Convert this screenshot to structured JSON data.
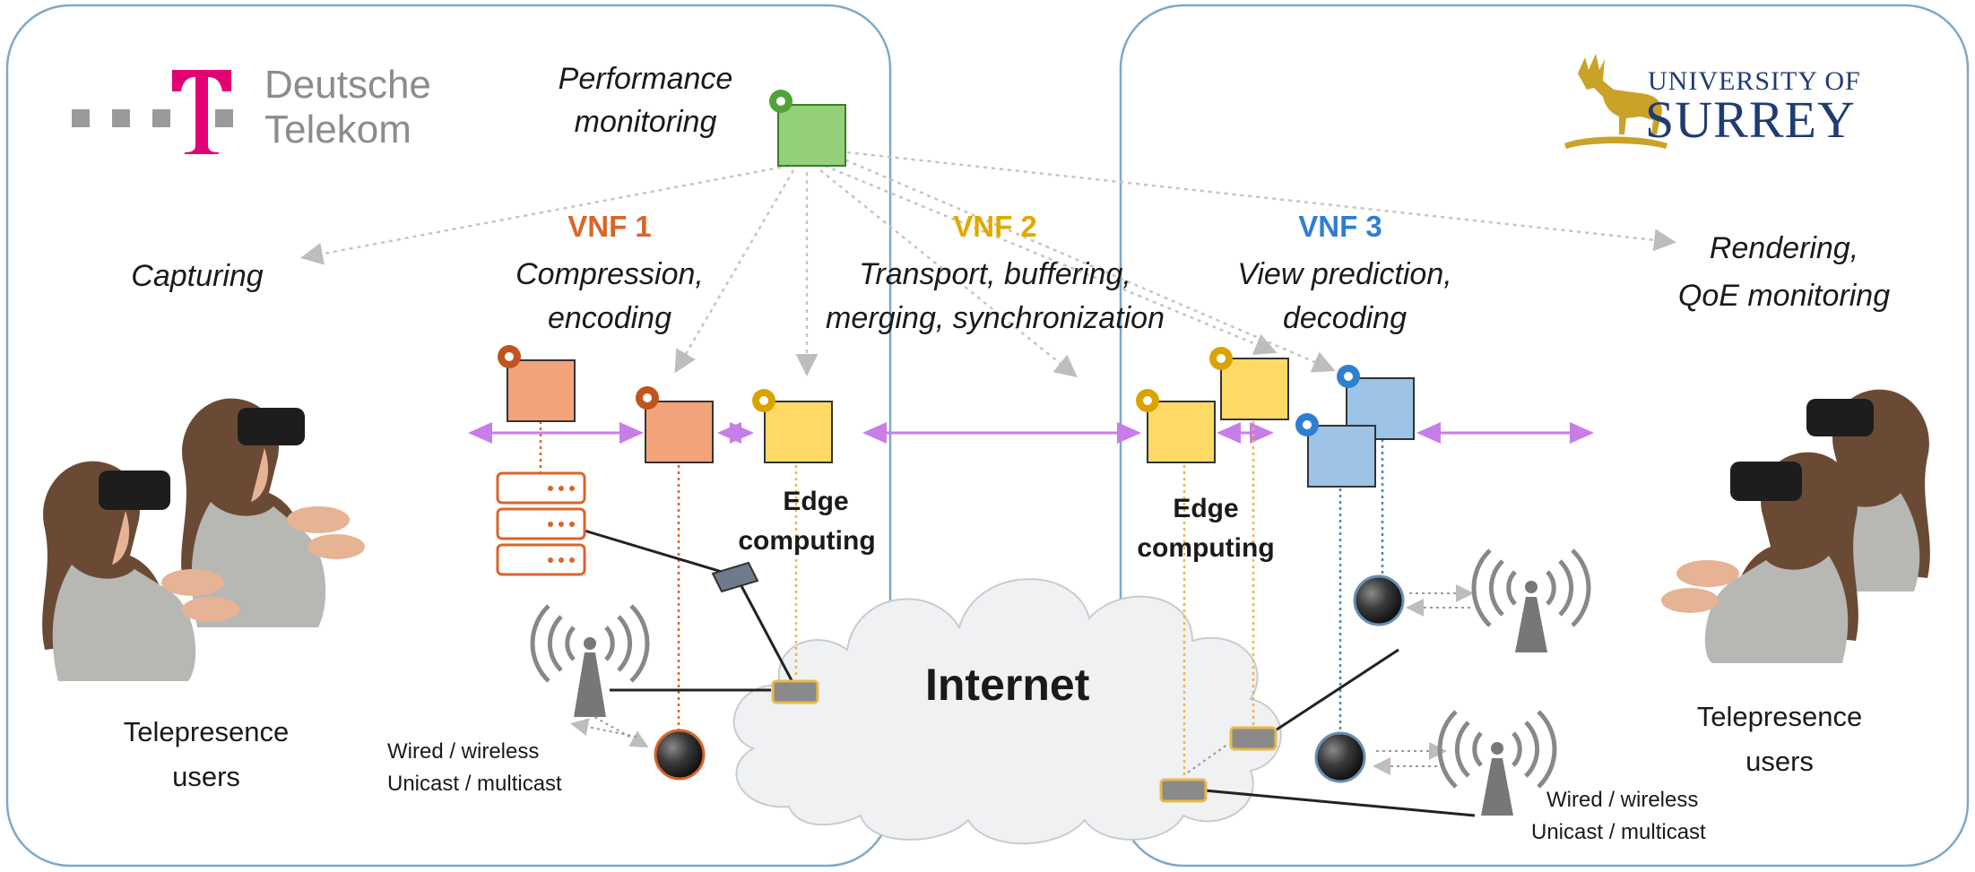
{
  "logos": {
    "deutsche_telekom": {
      "line1": "Deutsche",
      "line2": "Telekom",
      "brand_color": "#e20074"
    },
    "surrey": {
      "line1": "UNIVERSITY OF",
      "line2": "SURREY",
      "brand_color": "#1f3b73",
      "crest_color": "#c9a227"
    }
  },
  "performance_monitoring": {
    "line1": "Performance",
    "line2": "monitoring"
  },
  "stages": {
    "capturing": "Capturing",
    "rendering": {
      "line1": "Rendering,",
      "line2": "QoE monitoring"
    }
  },
  "vnfs": [
    {
      "title": "VNF 1",
      "line1": "Compression,",
      "line2": "encoding",
      "color": "#d9652a"
    },
    {
      "title": "VNF 2",
      "line1": "Transport, buffering,",
      "line2": "merging, synchronization",
      "color": "#e0a800"
    },
    {
      "title": "VNF 3",
      "line1": "View prediction,",
      "line2": "decoding",
      "color": "#2f7fd1"
    }
  ],
  "edge_left": {
    "line1": "Edge",
    "line2": "computing"
  },
  "edge_right": {
    "line1": "Edge",
    "line2": "computing"
  },
  "users_left": {
    "line1": "Telepresence",
    "line2": "users"
  },
  "users_right": {
    "line1": "Telepresence",
    "line2": "users"
  },
  "network_left": {
    "line1": "Wired / wireless",
    "line2": "Unicast / multicast"
  },
  "network_right": {
    "line1": "Wired / wireless",
    "line2": "Unicast / multicast"
  },
  "internet": "Internet",
  "colors": {
    "vnf1_fill": "#f2a37a",
    "vnf1_stroke": "#a84a18",
    "vnf2_fill": "#ffd966",
    "vnf2_stroke": "#a07a00",
    "vnf3_fill": "#9dc3e6",
    "vnf3_stroke": "#2e5f94",
    "monitor_fill": "#93d07a",
    "monitor_stroke": "#3d7a2a",
    "link": "#c77ee8",
    "domain_border": "#7fa8c9"
  }
}
